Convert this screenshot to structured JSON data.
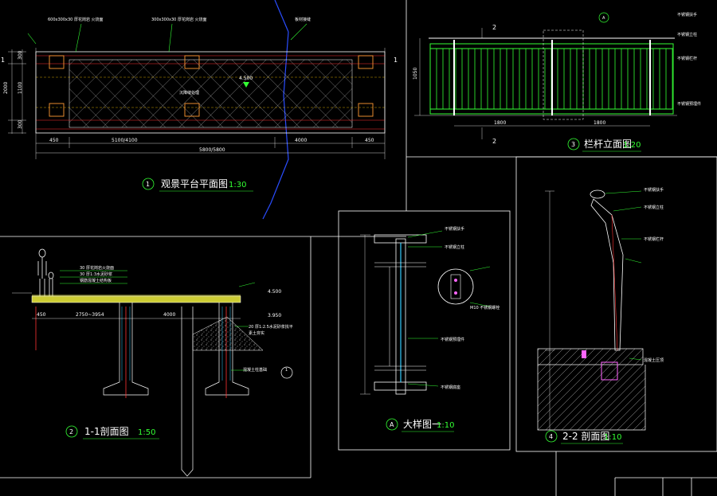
{
  "titles": {
    "plan": {
      "num": "1",
      "name": "观景平台平面图",
      "scale": "1:30"
    },
    "elevation": {
      "num": "3",
      "name": "栏杆立面图",
      "scale": "1:20"
    },
    "section11": {
      "num": "2",
      "name": "1-1剖面图",
      "scale": "1:50"
    },
    "detailA": {
      "num": "A",
      "name": "大样图一",
      "scale": "1:10"
    },
    "section22": {
      "num": "4",
      "name": "2-2 剖面图",
      "scale": "1:10"
    }
  },
  "plan": {
    "dims": {
      "overall": "5800/5800",
      "left_end": "450",
      "right_end": "450",
      "mid_left": "5100/4100",
      "mid_right": "4000",
      "height": "2000",
      "row1": "300",
      "row2": "1100",
      "row3": "300"
    },
    "level": "4.500",
    "section_mark": "1",
    "notes": [
      "600x300x30 厚花岗岩 火烧面",
      "300x300x30 厚花岗岩 火烧面",
      "板材接缝",
      "沉降缝处理"
    ]
  },
  "elevation": {
    "section_mark": "2",
    "detail_mark": "A",
    "dims": {
      "span_left": "1800",
      "span_right": "1800",
      "height": "1050"
    },
    "notes": [
      "不锈钢扶手",
      "不锈钢立柱",
      "不锈钢栏杆",
      "不锈钢预埋件"
    ]
  },
  "section11": {
    "level_top": "4.500",
    "level_low": "3.950",
    "dims": {
      "left": "450",
      "mid": "2750~3954",
      "right": "4000"
    },
    "notes": [
      "30 厚花岗岩火烧面",
      "30 厚1:3水泥砂浆",
      "钢筋混凝土结构板",
      "20 厚1:2.5水泥砂浆找平",
      "素土夯实",
      "混凝土柱基础"
    ],
    "section_mark": "1"
  },
  "detailA": {
    "notes": [
      "不锈钢扶手",
      "不锈钢立柱",
      "M10 不锈钢螺栓",
      "不锈钢预埋件",
      "不锈钢底座"
    ]
  },
  "section22": {
    "notes": [
      "不锈钢扶手",
      "不锈钢立柱",
      "不锈钢栏杆",
      "混凝土压顶"
    ]
  }
}
